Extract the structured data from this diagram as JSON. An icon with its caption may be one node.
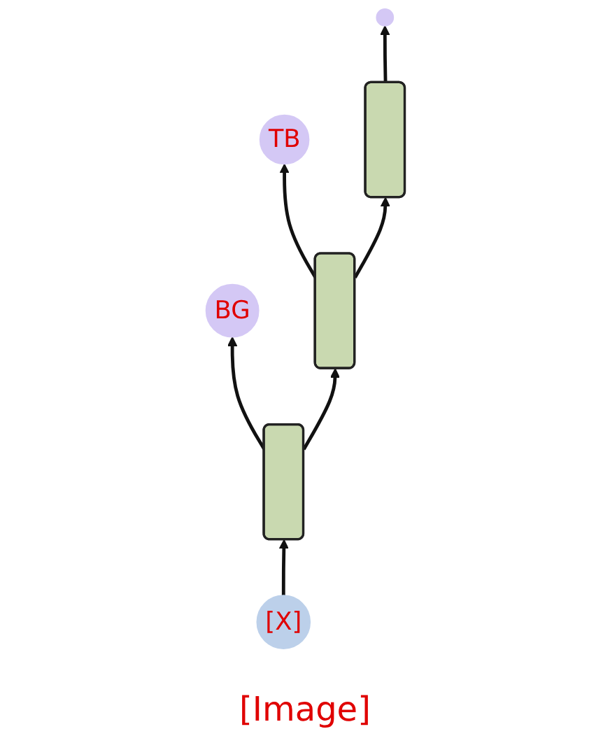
{
  "diagram": {
    "nodes": [
      {
        "text": [
          "BG"
        ]
      },
      {
        "text": [
          "TB"
        ]
      },
      {
        "text": [],
        "shape": "circle"
      },
      {
        "text": [],
        "shape": "box"
      },
      {
        "text": [],
        "shape": "box"
      },
      {
        "text": [],
        "shape": "box"
      },
      {
        "text": [
          "[X]"
        ]
      }
    ],
    "edges": [
      {
        "from": 6,
        "to": 3,
        "arrow": "to"
      },
      {
        "from": 3,
        "to": 0,
        "arrow": "to"
      },
      {
        "from": 4,
        "to": 1,
        "arrow": "to"
      },
      {
        "from": 5,
        "to": 2,
        "arrow": "to"
      },
      {
        "from": 3,
        "to": 4,
        "arrow": "to"
      },
      {
        "from": 4,
        "to": 5,
        "arrow": "to"
      }
    ],
    "labels": [
      "[Image]"
    ]
  }
}
